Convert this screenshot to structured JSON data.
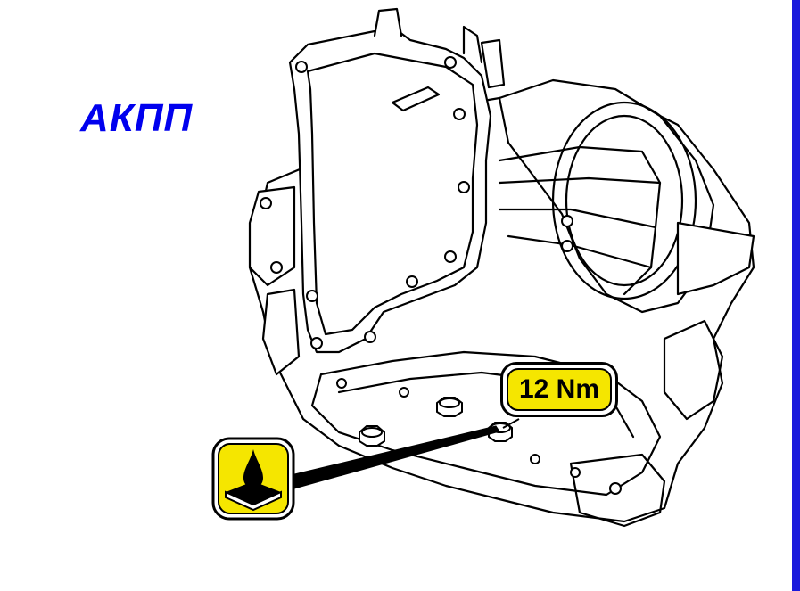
{
  "title": "АКПП",
  "torque": {
    "value": "12 Nm"
  },
  "colors": {
    "title": "#0000ee",
    "accent_bar": "#1a1adc",
    "label_fill": "#f5e600",
    "line": "#000000"
  },
  "icons": {
    "oil_badge": "oil-drop-icon",
    "drawing": "transmission-illustration"
  }
}
